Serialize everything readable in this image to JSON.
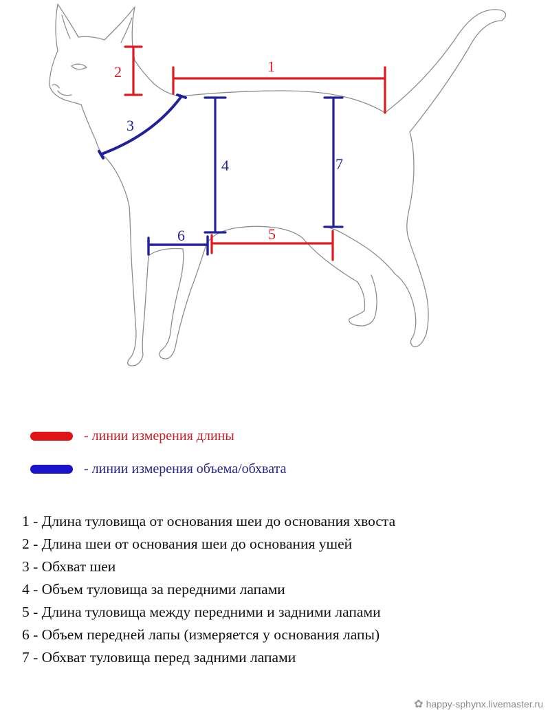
{
  "markers": [
    {
      "id": "1",
      "color": "#dd1b22"
    },
    {
      "id": "2",
      "color": "#dd1b22"
    },
    {
      "id": "3",
      "color": "#22209a"
    },
    {
      "id": "4",
      "color": "#22209a"
    },
    {
      "id": "5",
      "color": "#dd1b22"
    },
    {
      "id": "6",
      "color": "#22209a"
    },
    {
      "id": "7",
      "color": "#22209a"
    }
  ],
  "legend": [
    {
      "text": "- линии измерения длины",
      "color": "#e01414"
    },
    {
      "text": "- линии измерения объема/обхвата",
      "color": "#1a13cc"
    }
  ],
  "items": [
    "1 - Длина туловища от основания шеи до основания хвоста",
    "2 - Длина шеи от основания шеи до основания ушей",
    "3 - Обхват шеи",
    "4 - Объем туловища за передними лапами",
    "5 - Длина туловища между передними и задними лапами",
    "6 - Объем передней лапы (измеряется у основания лапы)",
    "7 - Обхват туловища перед задними лапами"
  ],
  "watermark": {
    "text": "happy-sphynx.livemaster.ru",
    "icon": "yarn-ball-icon"
  }
}
